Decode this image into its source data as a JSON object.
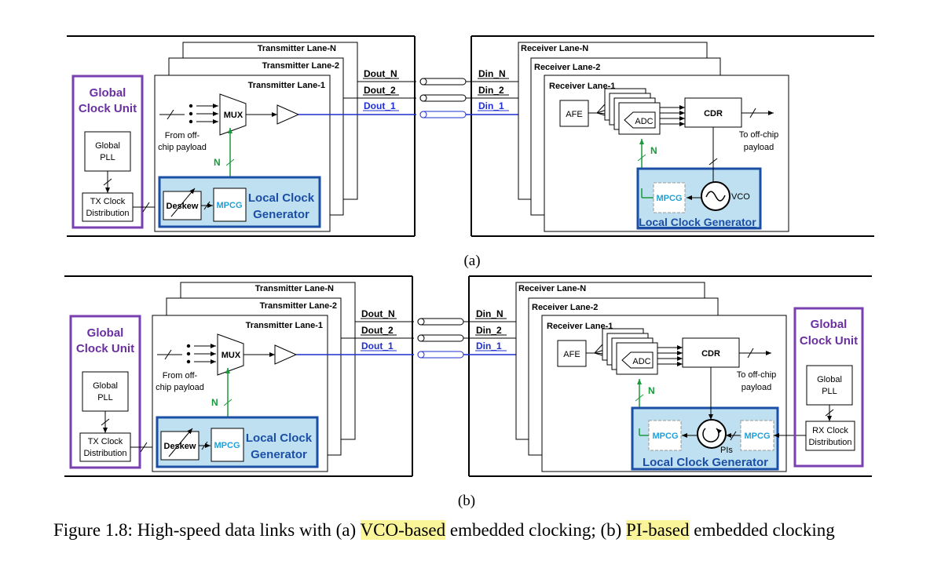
{
  "figure": {
    "caption_prefix": "Figure 1.8: High-speed data links with (a) ",
    "caption_highlight_1": "VCO-based",
    "caption_mid": " embedded clocking; (b) ",
    "caption_highlight_2": "PI-based",
    "caption_suffix": " embedded clocking"
  },
  "labels": {
    "global_clock_unit": [
      "Global",
      "Clock Unit"
    ],
    "global_pll": [
      "Global",
      "PLL"
    ],
    "tx_clock_distribution": [
      "TX Clock",
      "Distribution"
    ],
    "rx_clock_distribution": [
      "RX Clock",
      "Distribution"
    ],
    "tx_lanes": [
      "Transmitter Lane-N",
      "Transmitter Lane-2",
      "Transmitter Lane-1"
    ],
    "rx_lanes": [
      "Receiver Lane-N",
      "Receiver Lane-2",
      "Receiver Lane-1"
    ],
    "mux": "MUX",
    "payload_in": [
      "From off-",
      "chip payload"
    ],
    "n": "N",
    "deskew": "Deskew",
    "mpcg": "MPCG",
    "local_clock_generator": [
      "Local Clock",
      "Generator"
    ],
    "local_clock_generator_rx": "Local Clock Generator",
    "dout": [
      "Dout_N",
      "Dout_2",
      "Dout_1"
    ],
    "din": [
      "Din_N",
      "Din_2",
      "Din_1"
    ],
    "afe": "AFE",
    "adc": "ADC",
    "cdr": "CDR",
    "payload_out": [
      "To off-chip",
      "payload"
    ],
    "vco": "VCO",
    "pis": "PIs",
    "sub_a": "(a)",
    "sub_b": "(b)"
  },
  "colors": {
    "purple": "#7a3fb0",
    "lcg_fill": "#bfe0f0",
    "lcg_border": "#1b4fa6",
    "blue_signal": "#1f2fd0",
    "green": "#1a9a3a"
  }
}
